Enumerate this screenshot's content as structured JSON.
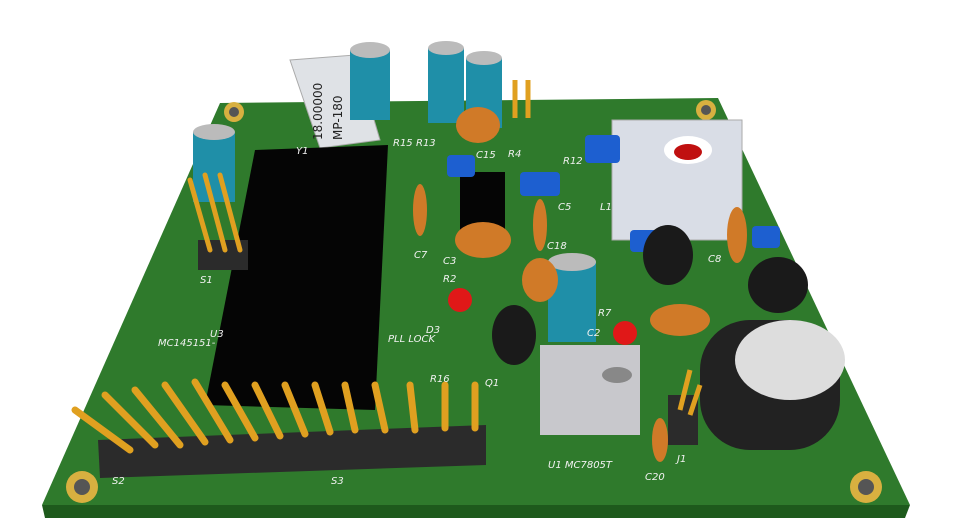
{
  "board": {
    "crystal": {
      "freq": "18.00000",
      "model": "MP-180",
      "ref": "Y1"
    },
    "labels": {
      "u3": "U3",
      "u3_part": "MC145151-",
      "s1": "S1",
      "s2": "S2",
      "s3": "S3",
      "d3": "D3",
      "pll_lock": "PLL LOCK",
      "r16": "R16",
      "q1": "Q1",
      "u1": "U1 MC7805T",
      "c20": "C20",
      "j1": "J1",
      "c2": "C2",
      "c7": "C7",
      "c3": "C3",
      "r2": "R2",
      "c18": "C18",
      "c5": "C5",
      "l1": "L1",
      "r12": "R12",
      "r4": "R4",
      "r13": "R13",
      "r15": "R15",
      "c15": "C15",
      "c8": "C8",
      "r7": "R7"
    }
  },
  "colors": {
    "pcb": "#2f7a2c",
    "pins": "#e0a020",
    "pad": "#d8b040",
    "ic": "#050505",
    "cap_ceramic": "#d07a28",
    "cap_elec": "#1f8fa8",
    "jumper": "#1d5fd0"
  }
}
